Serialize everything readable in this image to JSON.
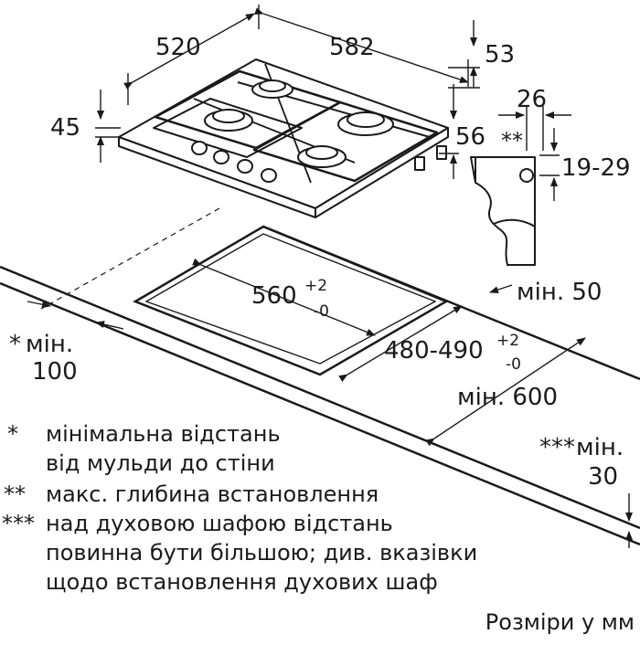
{
  "dimensions": {
    "width_top": "520",
    "width_right": "582",
    "depth_rear": "53",
    "height_left": "45",
    "height_front": "56",
    "edge_depth": "26",
    "edge_mark": "**",
    "edge_thickness": "19-29",
    "cutout_width": "560",
    "cutout_width_tol_plus": "+2",
    "cutout_width_tol_minus": "-0",
    "cutout_depth": "480-490",
    "cutout_depth_tol_plus": "+2",
    "cutout_depth_tol_minus": "-0",
    "min_back": "мін. 50",
    "min_side_mark": "*",
    "min_side_a": "мін.",
    "min_side_b": "100",
    "min_worktop": "мін. 600",
    "min_bottom_mark": "***",
    "min_bottom_a": "мін.",
    "min_bottom_b": "30"
  },
  "legend": [
    {
      "mark": "*",
      "lines": [
        "мінімальна відстань",
        "від мульди до стіни"
      ]
    },
    {
      "mark": "**",
      "lines": [
        "макс. глибина встановлення"
      ]
    },
    {
      "mark": "***",
      "lines": [
        "над духовою шафою відстань",
        "повинна бути більшою; див. вказівки",
        "щодо встановлення духових шаф"
      ]
    }
  ],
  "units_note": "Розміри у мм"
}
